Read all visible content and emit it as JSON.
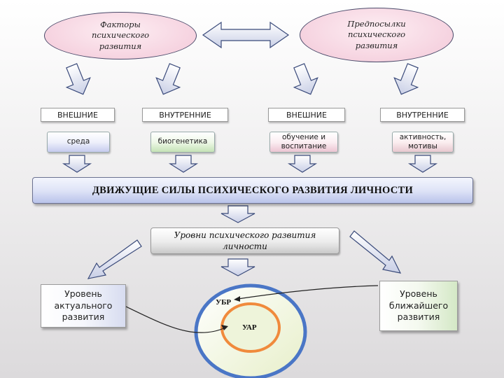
{
  "top": {
    "factors": "Факторы\nпсихического\nразвития",
    "prerequisites": "Предпосылки\nпсихического\nразвития"
  },
  "headers": [
    "ВНЕШНИЕ",
    "ВНУТРЕННИЕ",
    "ВНЕШНИЕ",
    "ВНУТРЕННИЕ"
  ],
  "subs": [
    "среда",
    "биогенетика",
    "обучение и\nвоспитание",
    "активность,\nмотивы"
  ],
  "banner": "ДВИЖУЩИЕ  СИЛЫ ПСИХИЧЕСКОГО  РАЗВИТИЯ  ЛИЧНОСТИ",
  "levels_title": "Уровни психического развития\nличности",
  "level_left": "Уровень\nактуального\nразвития",
  "level_right": "Уровень\nближайшего\nразвития",
  "outer_circle_label": "УБР",
  "inner_circle_label": "УАР",
  "colors": {
    "outer_ring": "#4a76c6",
    "inner_ring": "#f08a3c",
    "ring_fill": "#eef3d6",
    "arrow_fill": "#dfe3f0",
    "arrow_stroke": "#3a4a7a"
  }
}
